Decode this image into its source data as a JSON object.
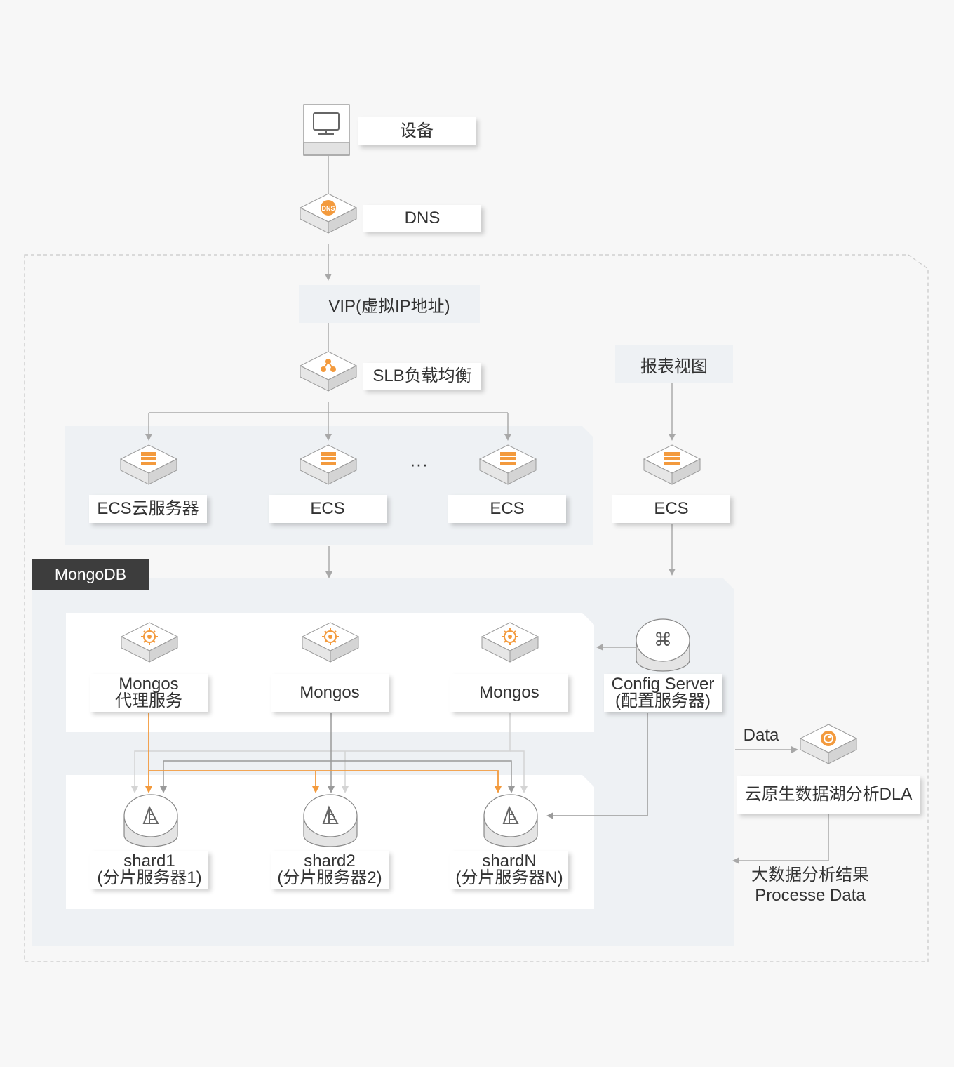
{
  "device": {
    "label": "设备"
  },
  "dns": {
    "label": "DNS",
    "icon_text": "DNS"
  },
  "vip": {
    "label": "VIP(虚拟IP地址)"
  },
  "slb": {
    "label": "SLB负载均衡"
  },
  "report": {
    "label": "报表视图"
  },
  "ecs_group": {
    "items": [
      {
        "label": "ECS云服务器"
      },
      {
        "label": "ECS"
      },
      {
        "label": "ECS"
      }
    ],
    "ellipsis": "···"
  },
  "ecs_report": {
    "label": "ECS"
  },
  "mongodb": {
    "tag": "MongoDB"
  },
  "mongos": [
    {
      "line1": "Mongos",
      "line2": "代理服务"
    },
    {
      "line1": "Mongos"
    },
    {
      "line1": "Mongos"
    }
  ],
  "config_server": {
    "line1": "Config Server",
    "line2": "(配置服务器)"
  },
  "shards": [
    {
      "line1": "shard1",
      "line2": "(分片服务器1)"
    },
    {
      "line1": "shard2",
      "line2": "(分片服务器2)"
    },
    {
      "line1": "shardN",
      "line2": "(分片服务器N)"
    }
  ],
  "dla": {
    "data_label": "Data",
    "label": "云原生数据湖分析DLA"
  },
  "result": {
    "line1": "大数据分析结果",
    "line2": "Processe Data"
  },
  "colors": {
    "accent": "#f39a3d",
    "wire": "#aaaaaa",
    "panel": "#eef1f4"
  },
  "icons": {
    "device": "monitor-icon",
    "dns": "dns-globe-icon",
    "slb": "load-balancer-icon",
    "ecs": "server-stack-icon",
    "mongos": "gear-icon",
    "config": "command-icon",
    "shard": "mongodb-shard-icon",
    "dla": "data-lake-icon"
  }
}
